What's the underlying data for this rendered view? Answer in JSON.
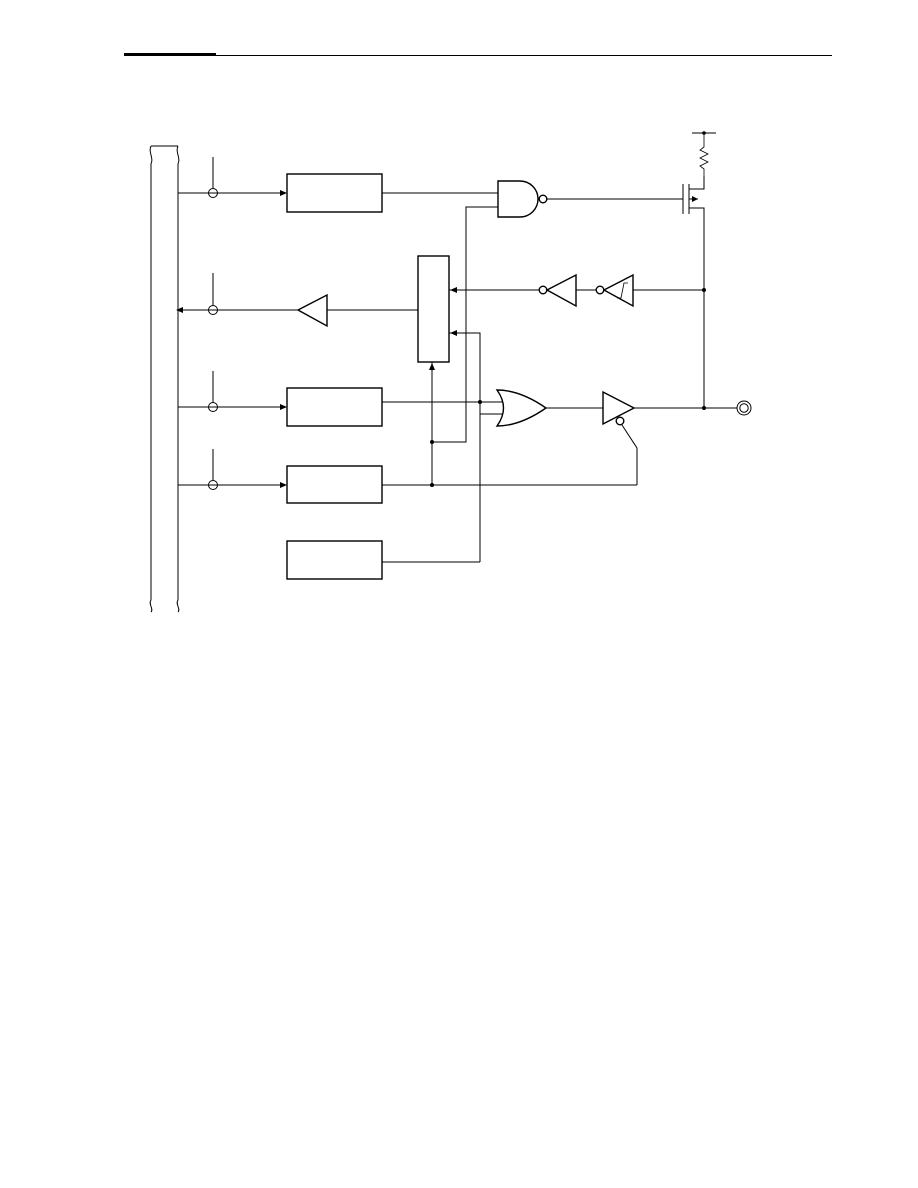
{
  "page": {
    "header_rule": true
  },
  "diagram": {
    "kind": "port-circuit-block-diagram",
    "components": [
      "internal-bus",
      "register-block-1",
      "register-block-2",
      "register-block-3",
      "register-block-4",
      "selector-block",
      "nand-gate",
      "or-gate",
      "output-buffer",
      "input-buffer",
      "inverter",
      "schmitt-trigger-inverter",
      "pull-up-resistor",
      "p-channel-mosfet",
      "pin-terminal"
    ]
  }
}
